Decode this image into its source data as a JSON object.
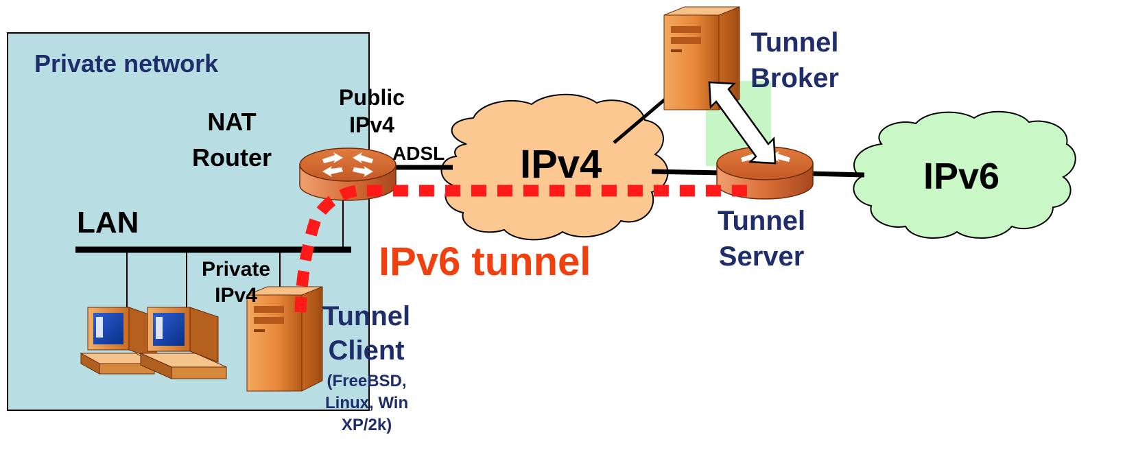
{
  "labels": {
    "private_network": "Private network",
    "nat_router": "NAT\nRouter",
    "public_ipv4": "Public\nIPv4",
    "adsl": "ADSL",
    "lan": "LAN",
    "private_ipv4": "Private\nIPv4",
    "tunnel_client": "Tunnel\nClient",
    "client_os": "(FreeBSD,\nLinux, Win\nXP/2k)",
    "ipv4_cloud": "IPv4",
    "ipv6_cloud": "IPv6",
    "ipv6_tunnel": "IPv6 tunnel",
    "tunnel_broker": "Tunnel\nBroker",
    "tunnel_server": "Tunnel\nServer"
  },
  "colors": {
    "private_network_fill": "#b8dde2",
    "ipv4_cloud_fill": "#fcc891",
    "ipv6_cloud_fill": "#c9f7c6",
    "broker_link_fill": "#c6f5c6",
    "tunnel_line": "#ff1a1a",
    "tunnel_text": "#f04010",
    "label_navy": "#1f2d6b",
    "device_orange": "#d9772d"
  }
}
